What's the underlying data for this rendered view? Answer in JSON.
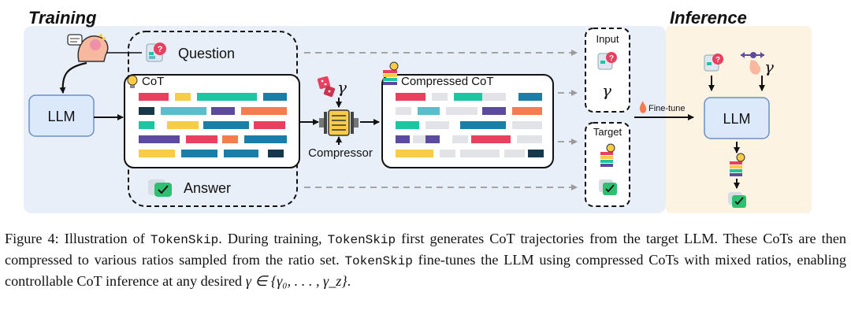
{
  "diagram": {
    "training_title": "Training",
    "inference_title": "Inference",
    "question_label": "Question",
    "cot_label": "CoT",
    "answer_label": "Answer",
    "llm_label": "LLM",
    "compressor_label": "Compressor",
    "gamma_symbol": "γ",
    "compressed_cot_label": "Compressed CoT",
    "input_label": "Input",
    "target_label": "Target",
    "finetune_label": "Fine-tune",
    "colors": {
      "training_bg": "#e8eff8",
      "inference_bg": "#fcf3e3",
      "llm_fill": "#dce9fb",
      "llm_stroke": "#6d8fc4",
      "red": "#e8405e",
      "yellow": "#f9cc47",
      "teal": "#1cc6a1",
      "blue": "#1b7ea6",
      "purple": "#5c4a9c",
      "orange": "#f47c50",
      "lightblue": "#5bbccb",
      "navy": "#15394a",
      "gray": "#e1e3e6"
    }
  },
  "caption": {
    "fig_label": "Figure 4: Illustration of ",
    "name1": "TokenSkip",
    "t1": ". During training, ",
    "name2": "TokenSkip",
    "t2": " first generates CoT trajectories from the target LLM. These CoTs are then compressed to various ratios sampled from the ratio set. ",
    "name3": "TokenSkip",
    "t3": " fine-tunes the LLM using compressed CoTs with mixed ratios, enabling controllable CoT inference at any desired ",
    "math": "γ ∈ {γ₀, . . . , γ_z}",
    "t4": "."
  }
}
